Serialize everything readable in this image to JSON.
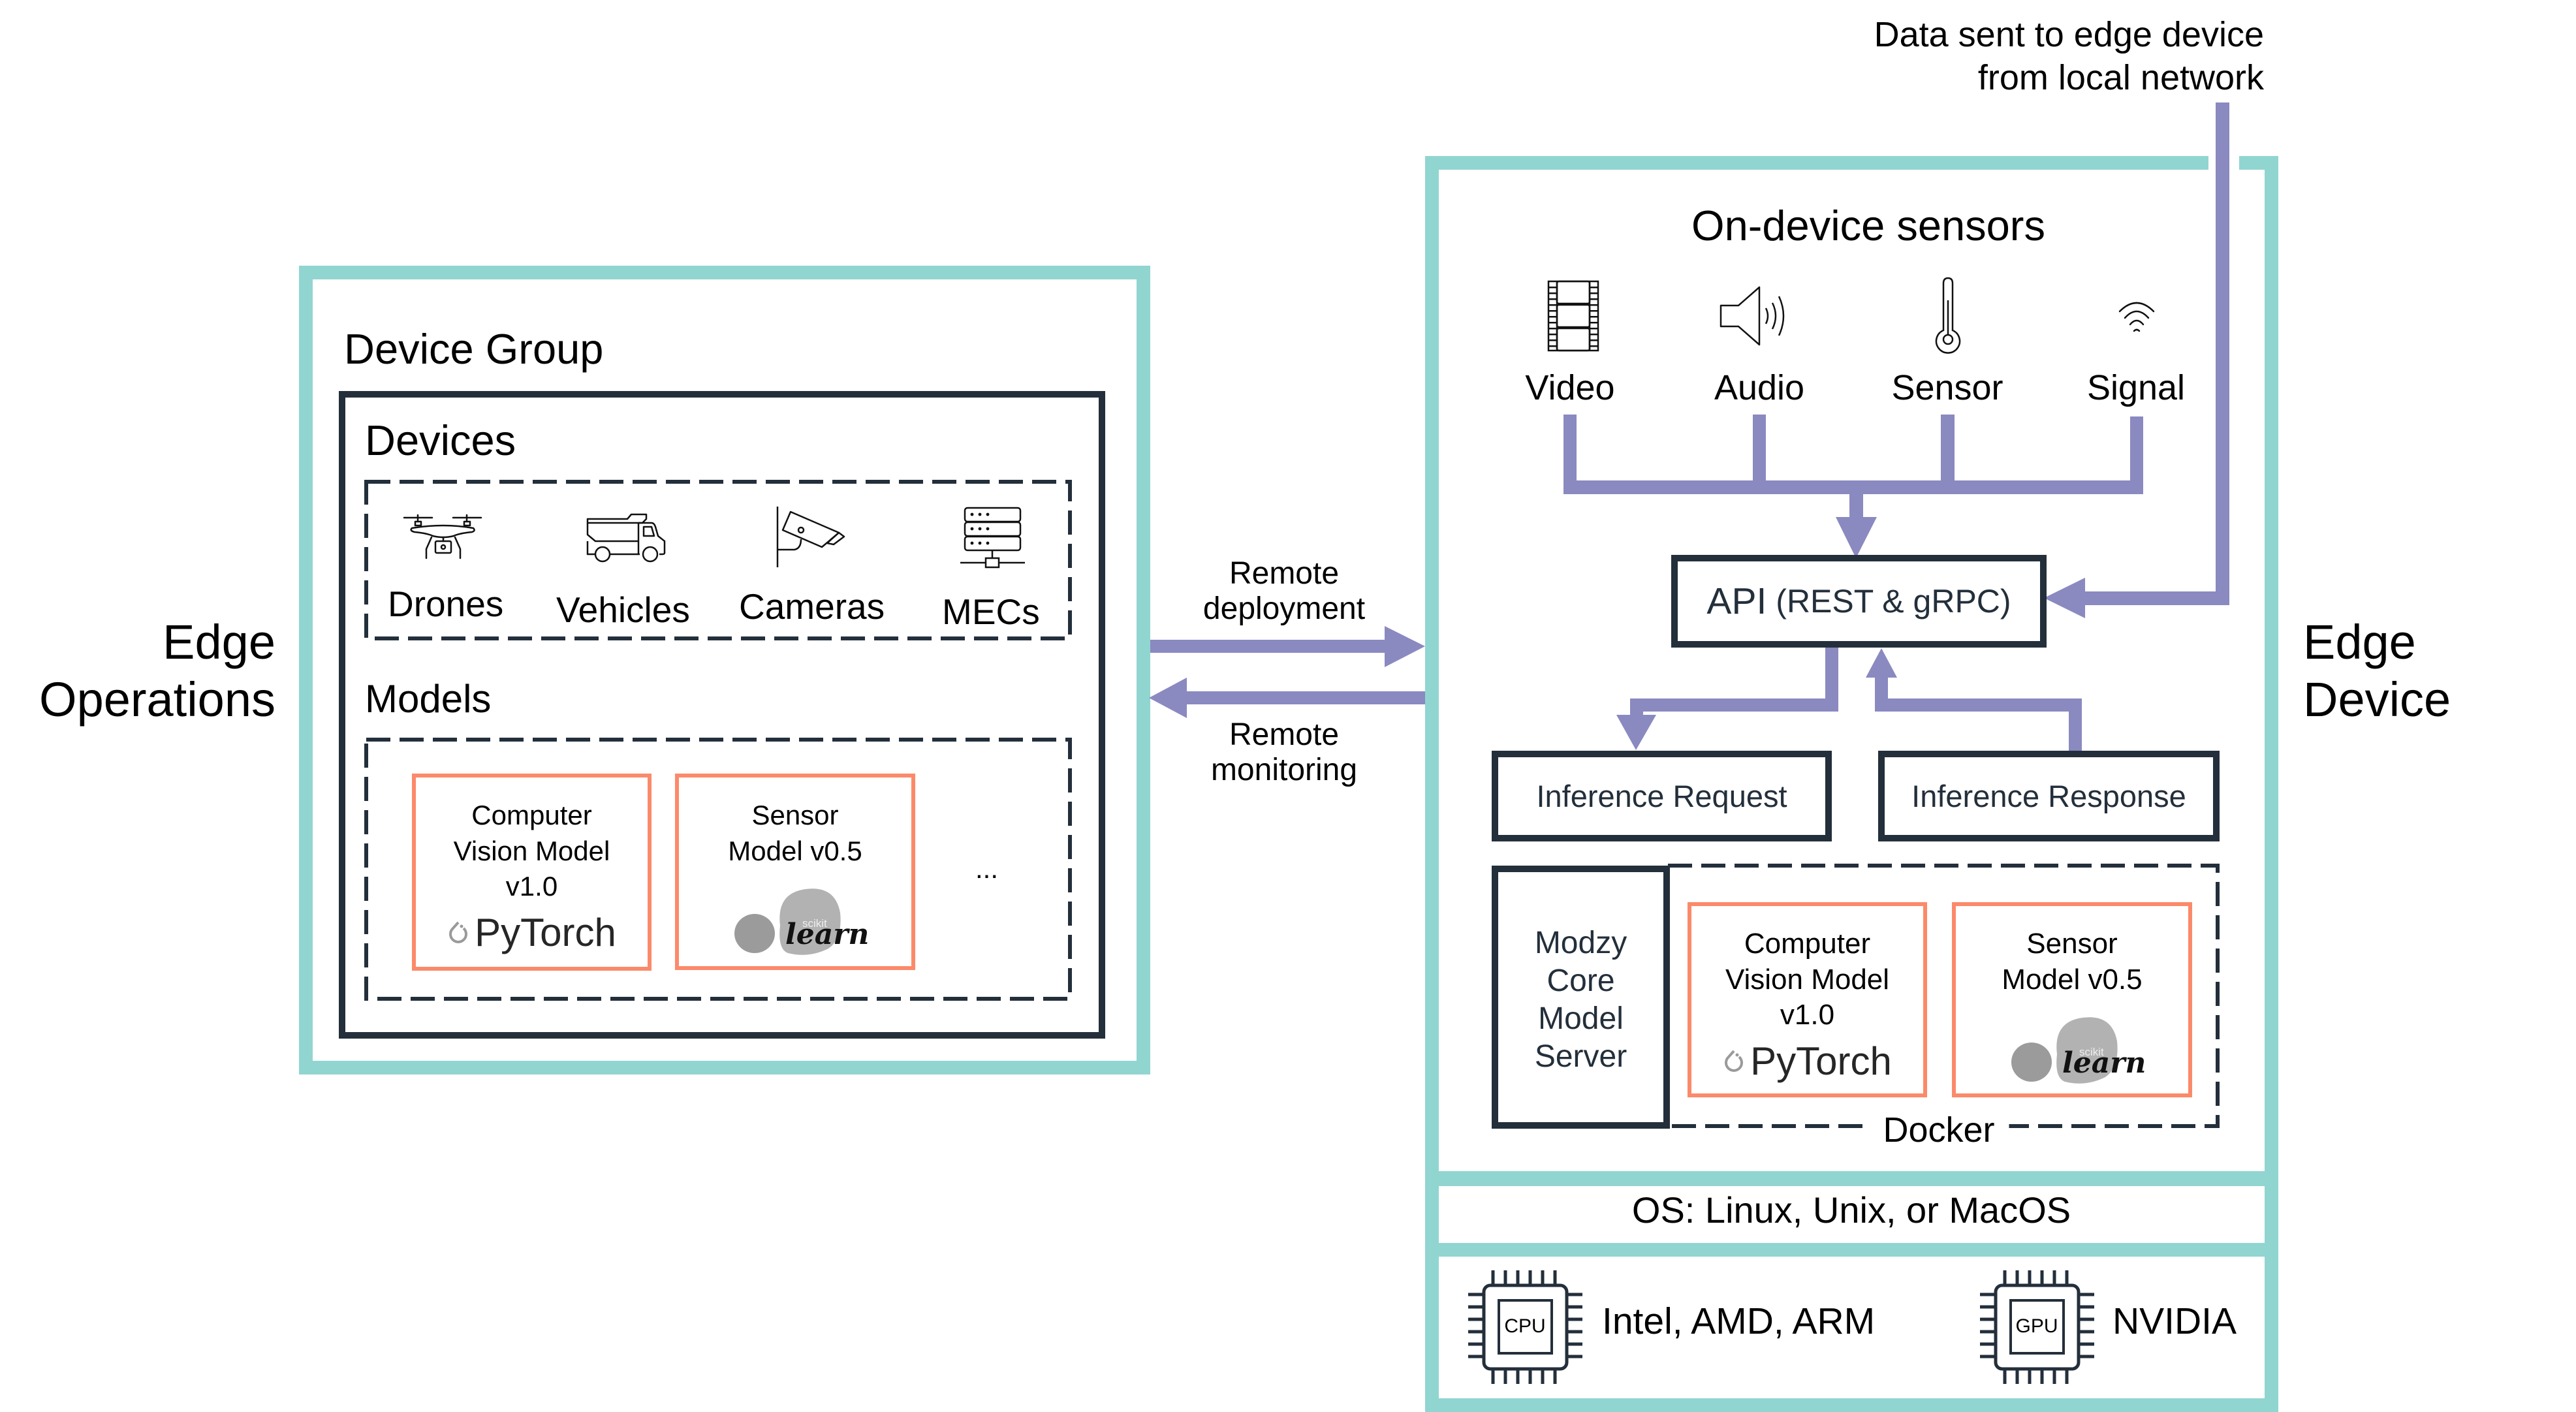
{
  "diagram": {
    "left_section_label": [
      "Edge",
      "Operations"
    ],
    "right_section_label": [
      "Edge",
      "Device"
    ],
    "device_group": {
      "title": "Device Group",
      "devices": {
        "title": "Devices",
        "items": [
          {
            "label": "Drones",
            "icon": "drone-icon"
          },
          {
            "label": "Vehicles",
            "icon": "truck-icon"
          },
          {
            "label": "Cameras",
            "icon": "security-camera-icon"
          },
          {
            "label": "MECs",
            "icon": "server-rack-icon"
          }
        ]
      },
      "models": {
        "title": "Models",
        "items": [
          {
            "lines": [
              "Computer",
              "Vision Model",
              "v1.0"
            ],
            "framework": "PyTorch",
            "framework_icon": "pytorch-logo"
          },
          {
            "lines": [
              "Sensor",
              "Model v0.5"
            ],
            "framework": "learn",
            "framework_sub": "scikit",
            "framework_icon": "scikit-learn-logo"
          }
        ],
        "more": "..."
      }
    },
    "connections": {
      "deploy": [
        "Remote",
        "deployment"
      ],
      "monitor": [
        "Remote",
        "monitoring"
      ],
      "network_note": [
        "Data sent to edge device",
        "from local network"
      ]
    },
    "edge_device": {
      "sensors_title": "On-device sensors",
      "sensors": [
        {
          "label": "Video",
          "icon": "film-strip-icon"
        },
        {
          "label": "Audio",
          "icon": "speaker-icon"
        },
        {
          "label": "Sensor",
          "icon": "thermometer-icon"
        },
        {
          "label": "Signal",
          "icon": "wifi-signal-icon"
        }
      ],
      "api": {
        "main": "API",
        "sub": "(REST & gRPC)"
      },
      "inference_request": "Inference Request",
      "inference_response": "Inference Response",
      "model_server": [
        "Modzy",
        "Core",
        "Model",
        "Server"
      ],
      "docker_label": "Docker",
      "docker_models": [
        {
          "lines": [
            "Computer",
            "Vision Model",
            "v1.0"
          ],
          "framework": "PyTorch"
        },
        {
          "lines": [
            "Sensor",
            "Model v0.5"
          ],
          "framework": "learn",
          "framework_sub": "scikit"
        }
      ],
      "os": "OS: Linux, Unix, or MacOS",
      "hardware": [
        {
          "chip": "CPU",
          "label": "Intel, AMD, ARM"
        },
        {
          "chip": "GPU",
          "label": "NVIDIA"
        }
      ]
    },
    "colors": {
      "teal": "#91d5d1",
      "dark": "#232f3b",
      "arrow": "#8a89c0",
      "model_border": "#fb8a6a"
    }
  }
}
